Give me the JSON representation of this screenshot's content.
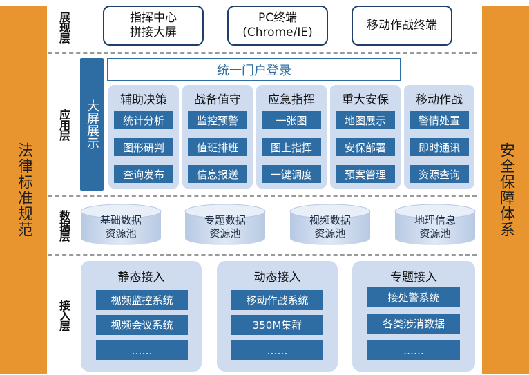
{
  "left_bar": "法律标准规范",
  "right_bar": "安全保障体系",
  "layers": {
    "presentation": "展现层",
    "application": "应用层",
    "data": "数据层",
    "access": "接入层"
  },
  "terminals": [
    "指挥中心\n拼接大屏",
    "PC终端\n(Chrome/IE)",
    "移动作战终端"
  ],
  "big_screen": "大屏展示",
  "portal": "统一门户登录",
  "app_groups": [
    {
      "title": "辅助决策",
      "items": [
        "统计分析",
        "图形研判",
        "查询发布"
      ]
    },
    {
      "title": "战备值守",
      "items": [
        "监控预警",
        "值班排班",
        "信息报送"
      ]
    },
    {
      "title": "应急指挥",
      "items": [
        "一张图",
        "图上指挥",
        "一键调度"
      ]
    },
    {
      "title": "重大安保",
      "items": [
        "地图展示",
        "安保部署",
        "预案管理"
      ]
    },
    {
      "title": "移动作战",
      "items": [
        "警情处置",
        "即时通讯",
        "资源查询"
      ]
    }
  ],
  "databases": [
    "基础数据\n资源池",
    "专题数据\n资源池",
    "视频数据\n资源池",
    "地理信息\n资源池"
  ],
  "access_groups": [
    {
      "title": "静态接入",
      "items": [
        "视频监控系统",
        "视频会议系统",
        "……"
      ]
    },
    {
      "title": "动态接入",
      "items": [
        "移动作战系统",
        "350M集群",
        "……"
      ]
    },
    {
      "title": "专题接入",
      "items": [
        "接处警系统",
        "各类涉消数据",
        "……"
      ]
    }
  ]
}
